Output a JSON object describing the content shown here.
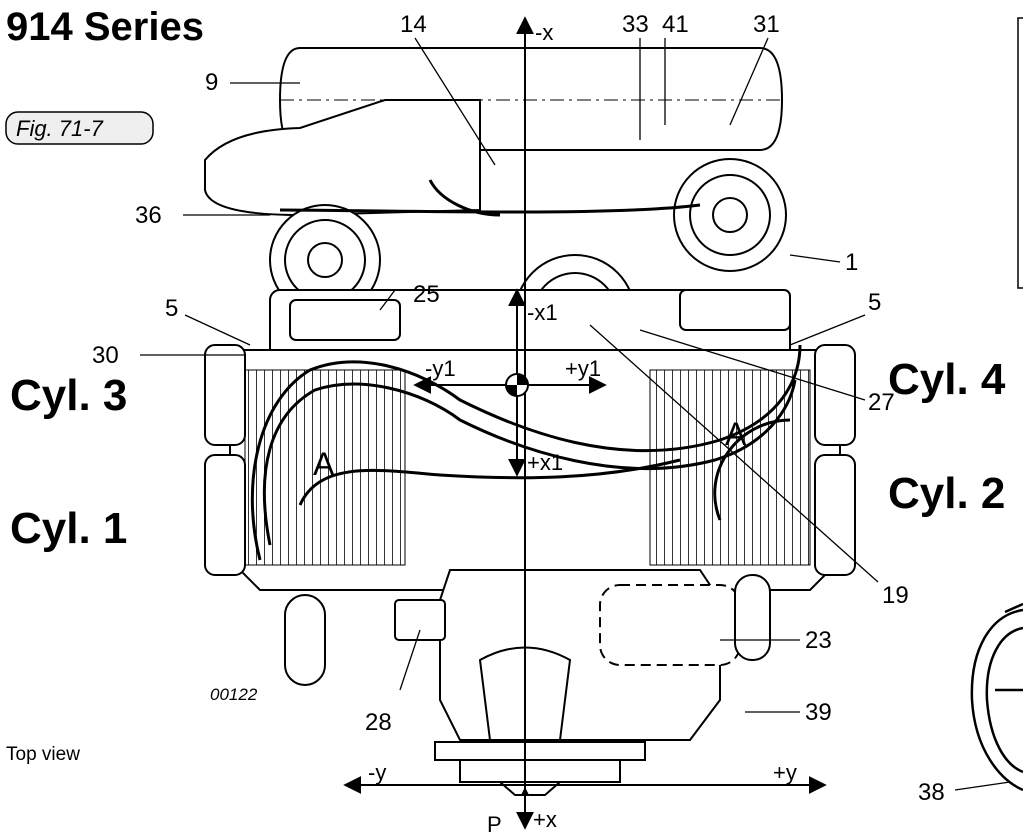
{
  "title": "914 Series",
  "figure_ref": "Fig. 71-7",
  "view_label": "Top view",
  "drawing_number": "00122",
  "cylinders": {
    "cyl1": "Cyl. 1",
    "cyl2": "Cyl. 2",
    "cyl3": "Cyl. 3",
    "cyl4": "Cyl. 4"
  },
  "axes": {
    "neg_x": "-x",
    "pos_x": "+x",
    "neg_y": "-y",
    "pos_y": "+y",
    "neg_x1": "-x1",
    "pos_x1": "+x1",
    "neg_y1": "-y1",
    "pos_y1": "+y1",
    "origin_point": "P"
  },
  "callouts": {
    "c1": "1",
    "c5a": "5",
    "c5b": "5",
    "c9": "9",
    "c14": "14",
    "c19": "19",
    "c23": "23",
    "c25": "25",
    "c27": "27",
    "c28": "28",
    "c30": "30",
    "c31": "31",
    "c33": "33",
    "c36": "36",
    "c38": "38",
    "c39": "39",
    "c41": "41",
    "a_left": "A",
    "a_right": "A"
  }
}
